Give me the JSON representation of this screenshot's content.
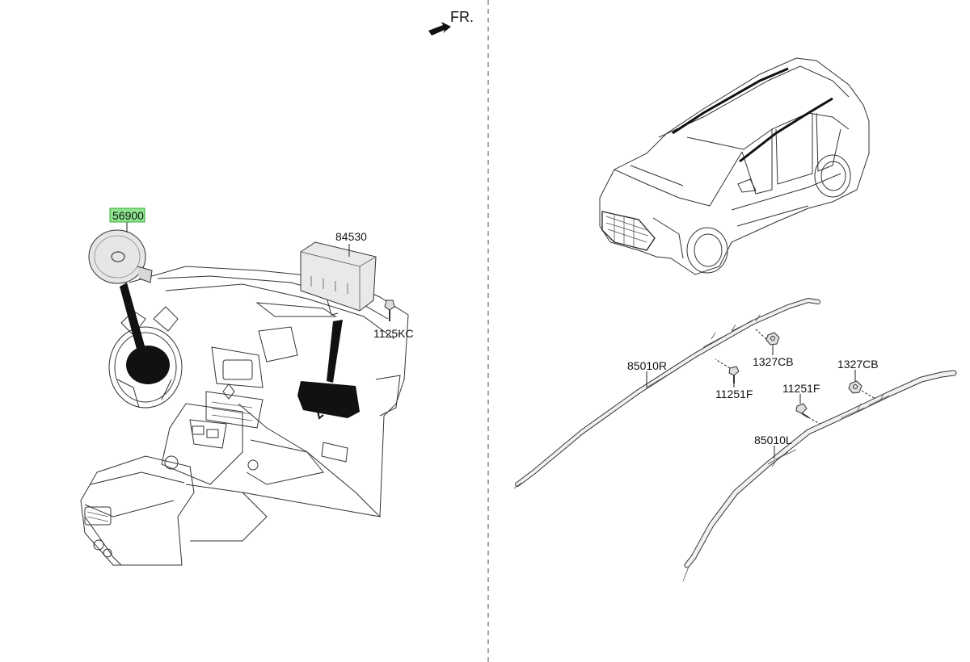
{
  "direction_label": "FR.",
  "colors": {
    "highlight_fill": "#8ee58e",
    "highlight_stroke": "#3aa83a",
    "line": "#333333",
    "part_fill": "#e9e9e9",
    "part_dark": "#111111"
  },
  "parts": [
    {
      "id": "56900",
      "label": "56900",
      "highlighted": true
    },
    {
      "id": "84530",
      "label": "84530",
      "highlighted": false
    },
    {
      "id": "1125KC",
      "label": "1125KC",
      "highlighted": false
    },
    {
      "id": "85010R",
      "label": "85010R",
      "highlighted": false
    },
    {
      "id": "1327CB-upper",
      "label": "1327CB",
      "highlighted": false
    },
    {
      "id": "11251F-upper",
      "label": "11251F",
      "highlighted": false
    },
    {
      "id": "1327CB-lower",
      "label": "1327CB",
      "highlighted": false
    },
    {
      "id": "11251F-lower",
      "label": "11251F",
      "highlighted": false
    },
    {
      "id": "85010L",
      "label": "85010L",
      "highlighted": false
    }
  ]
}
